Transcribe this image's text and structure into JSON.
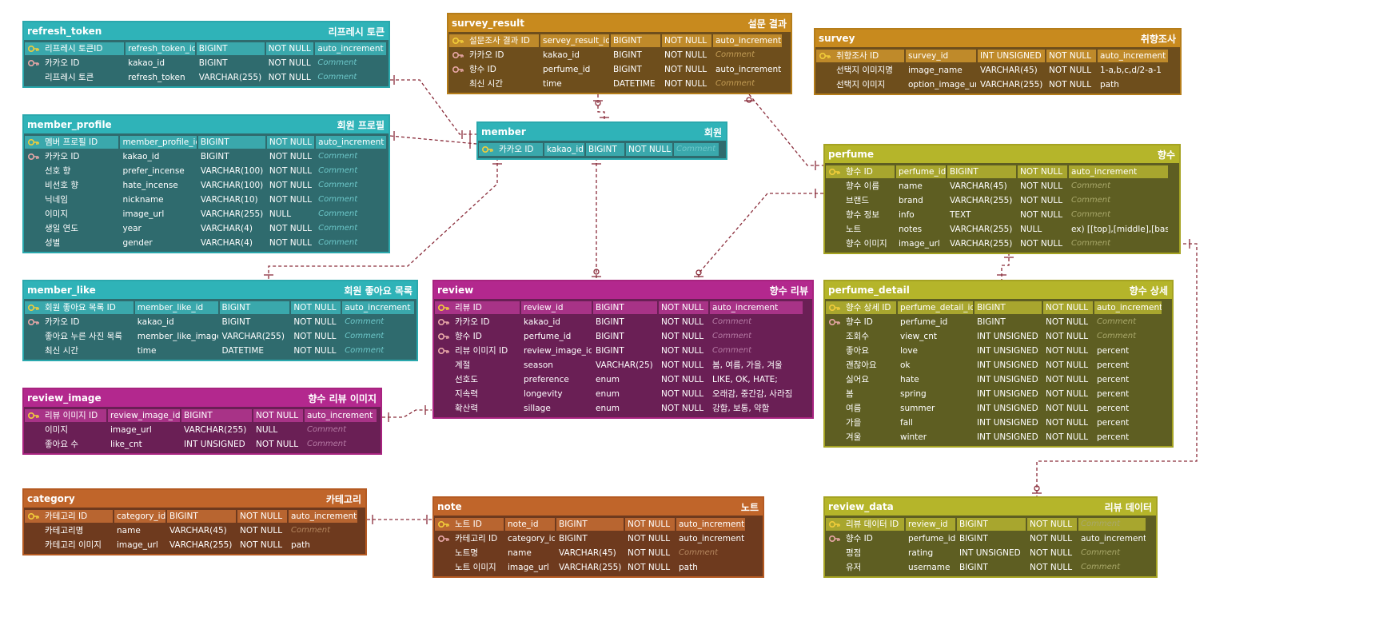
{
  "tables": {
    "refresh_token": {
      "name": "refresh_token",
      "alias": "리프레시 토큰",
      "rows": [
        [
          "리프레시 토큰ID",
          "refresh_token_id",
          "BIGINT",
          "NOT NULL",
          "auto_increment"
        ],
        [
          "카카오 ID",
          "kakao_id",
          "BIGINT",
          "NOT NULL",
          "Comment"
        ],
        [
          "리프레시 토큰",
          "refresh_token",
          "VARCHAR(255)",
          "NOT NULL",
          "Comment"
        ]
      ]
    },
    "member_profile": {
      "name": "member_profile",
      "alias": "회원 프로필",
      "rows": [
        [
          "멤버 프로필 ID",
          "member_profile_id",
          "BIGINT",
          "NOT NULL",
          "auto_increment"
        ],
        [
          "카카오 ID",
          "kakao_id",
          "BIGINT",
          "NOT NULL",
          "Comment"
        ],
        [
          "선호 향",
          "prefer_incense",
          "VARCHAR(100)",
          "NOT NULL",
          "Comment"
        ],
        [
          "비선호 향",
          "hate_incense",
          "VARCHAR(100)",
          "NOT NULL",
          "Comment"
        ],
        [
          "닉네임",
          "nickname",
          "VARCHAR(10)",
          "NOT NULL",
          "Comment"
        ],
        [
          "이미지",
          "image_url",
          "VARCHAR(255)",
          "NULL",
          "Comment"
        ],
        [
          "생일 연도",
          "year",
          "VARCHAR(4)",
          "NOT NULL",
          "Comment"
        ],
        [
          "성별",
          "gender",
          "VARCHAR(4)",
          "NOT NULL",
          "Comment"
        ]
      ]
    },
    "member_like": {
      "name": "member_like",
      "alias": "회원 좋아요 목록",
      "rows": [
        [
          "회원 좋아요 목록 ID",
          "member_like_id",
          "BIGINT",
          "NOT NULL",
          "auto_increment"
        ],
        [
          "카카오 ID",
          "kakao_id",
          "BIGINT",
          "NOT NULL",
          "Comment"
        ],
        [
          "좋아요 누른 사진 목록",
          "member_like_image",
          "VARCHAR(255)",
          "NOT NULL",
          "Comment"
        ],
        [
          "최신 시간",
          "time",
          "DATETIME",
          "NOT NULL",
          "Comment"
        ]
      ]
    },
    "review_image": {
      "name": "review_image",
      "alias": "향수 리뷰 이미지",
      "rows": [
        [
          "리뷰 이미지 ID",
          "review_image_id",
          "BIGINT",
          "NOT NULL",
          "auto_increment"
        ],
        [
          "이미지",
          "image_url",
          "VARCHAR(255)",
          "NULL",
          "Comment"
        ],
        [
          "좋아요 수",
          "like_cnt",
          "INT UNSIGNED",
          "NOT NULL",
          "Comment"
        ]
      ]
    },
    "category": {
      "name": "category",
      "alias": "카테고리",
      "rows": [
        [
          "카테고리 ID",
          "category_id",
          "BIGINT",
          "NOT NULL",
          "auto_increment"
        ],
        [
          "카테고리명",
          "name",
          "VARCHAR(45)",
          "NOT NULL",
          "Comment"
        ],
        [
          "카테고리 이미지",
          "image_url",
          "VARCHAR(255)",
          "NOT NULL",
          "path"
        ]
      ]
    },
    "survey_result": {
      "name": "survey_result",
      "alias": "설문 결과",
      "rows": [
        [
          "설문조사 결과 ID",
          "servey_result_id",
          "BIGINT",
          "NOT NULL",
          "auto_increment"
        ],
        [
          "카카오 ID",
          "kakao_id",
          "BIGINT",
          "NOT NULL",
          "Comment"
        ],
        [
          "향수 ID",
          "perfume_id",
          "BIGINT",
          "NOT NULL",
          "auto_increment"
        ],
        [
          "최신 시간",
          "time",
          "DATETIME",
          "NOT NULL",
          "Comment"
        ]
      ]
    },
    "member": {
      "name": "member",
      "alias": "회원",
      "rows": [
        [
          "카카오 ID",
          "kakao_id",
          "BIGINT",
          "NOT NULL",
          "Comment"
        ]
      ]
    },
    "review": {
      "name": "review",
      "alias": "향수 리뷰",
      "rows": [
        [
          "리뷰 ID",
          "review_id",
          "BIGINT",
          "NOT NULL",
          "auto_increment"
        ],
        [
          "카카오 ID",
          "kakao_id",
          "BIGINT",
          "NOT NULL",
          "Comment"
        ],
        [
          "향수 ID",
          "perfume_id",
          "BIGINT",
          "NOT NULL",
          "Comment"
        ],
        [
          "리뷰 이미지 ID",
          "review_image_id",
          "BIGINT",
          "NOT NULL",
          "Comment"
        ],
        [
          "계절",
          "season",
          "VARCHAR(25)",
          "NOT NULL",
          "봄, 여름, 가을, 겨울"
        ],
        [
          "선호도",
          "preference",
          "enum",
          "NOT NULL",
          "LIKE, OK, HATE;"
        ],
        [
          "지속력",
          "longevity",
          "enum",
          "NOT NULL",
          "오래감, 중간감, 사라짐"
        ],
        [
          "확산력",
          "sillage",
          "enum",
          "NOT NULL",
          "강함, 보통, 약함"
        ]
      ]
    },
    "note": {
      "name": "note",
      "alias": "노트",
      "rows": [
        [
          "노트 ID",
          "note_id",
          "BIGINT",
          "NOT NULL",
          "auto_increment"
        ],
        [
          "카테고리 ID",
          "category_id",
          "BIGINT",
          "NOT NULL",
          "auto_increment"
        ],
        [
          "노트명",
          "name",
          "VARCHAR(45)",
          "NOT NULL",
          "Comment"
        ],
        [
          "노트 이미지",
          "image_url",
          "VARCHAR(255)",
          "NOT NULL",
          "path"
        ]
      ]
    },
    "survey": {
      "name": "survey",
      "alias": "취향조사",
      "rows": [
        [
          "취향조사 ID",
          "survey_id",
          "INT UNSIGNED",
          "NOT NULL",
          "auto_increment"
        ],
        [
          "선택지 이미지명",
          "image_name",
          "VARCHAR(45)",
          "NOT NULL",
          "1-a,b,c,d/2-a-1"
        ],
        [
          "선택지 이미지",
          "option_image_url",
          "VARCHAR(255)",
          "NOT NULL",
          "path"
        ]
      ]
    },
    "perfume": {
      "name": "perfume",
      "alias": "향수",
      "rows": [
        [
          "향수 ID",
          "perfume_id",
          "BIGINT",
          "NOT NULL",
          "auto_increment"
        ],
        [
          "향수 이름",
          "name",
          "VARCHAR(45)",
          "NOT NULL",
          "Comment"
        ],
        [
          "브랜드",
          "brand",
          "VARCHAR(255)",
          "NOT NULL",
          "Comment"
        ],
        [
          "향수 정보",
          "info",
          "TEXT",
          "NOT NULL",
          "Comment"
        ],
        [
          "노트",
          "notes",
          "VARCHAR(255)",
          "NULL",
          "ex) [[top],[middle],[base]]"
        ],
        [
          "향수 이미지",
          "image_url",
          "VARCHAR(255)",
          "NOT NULL",
          "Comment"
        ]
      ]
    },
    "perfume_detail": {
      "name": "perfume_detail",
      "alias": "향수 상세",
      "rows": [
        [
          "향수 상세 ID",
          "perfume_detail_id",
          "BIGINT",
          "NOT NULL",
          "auto_increment"
        ],
        [
          "향수 ID",
          "perfume_id",
          "BIGINT",
          "NOT NULL",
          "Comment"
        ],
        [
          "조회수",
          "view_cnt",
          "INT UNSIGNED",
          "NOT NULL",
          "Comment"
        ],
        [
          "좋아요",
          "love",
          "INT UNSIGNED",
          "NOT NULL",
          "percent"
        ],
        [
          "괜찮아요",
          "ok",
          "INT UNSIGNED",
          "NOT NULL",
          "percent"
        ],
        [
          "싫어요",
          "hate",
          "INT UNSIGNED",
          "NOT NULL",
          "percent"
        ],
        [
          "봄",
          "spring",
          "INT UNSIGNED",
          "NOT NULL",
          "percent"
        ],
        [
          "여름",
          "summer",
          "INT UNSIGNED",
          "NOT NULL",
          "percent"
        ],
        [
          "가을",
          "fall",
          "INT UNSIGNED",
          "NOT NULL",
          "percent"
        ],
        [
          "겨울",
          "winter",
          "INT UNSIGNED",
          "NOT NULL",
          "percent"
        ]
      ]
    },
    "review_data": {
      "name": "review_data",
      "alias": "리뷰 데이터",
      "rows": [
        [
          "리뷰 데이터 ID",
          "review_id",
          "BIGINT",
          "NOT NULL",
          "Comment"
        ],
        [
          "향수 ID",
          "perfume_id",
          "BIGINT",
          "NOT NULL",
          "auto_increment"
        ],
        [
          "평점",
          "rating",
          "INT UNSIGNED",
          "NOT NULL",
          "Comment"
        ],
        [
          "유저",
          "username",
          "BIGINT",
          "NOT NULL",
          "Comment"
        ]
      ]
    }
  },
  "key_kinds": {
    "pk": "primary-key-icon",
    "fk": "foreign-key-icon"
  },
  "colors": {
    "teal": "#2fb3b8",
    "orange_gold": "#c88a1e",
    "magenta": "#b3288e",
    "olive": "#b5b52a",
    "brown_orange": "#c0652a",
    "relationship_line": "#8a2d3b"
  }
}
